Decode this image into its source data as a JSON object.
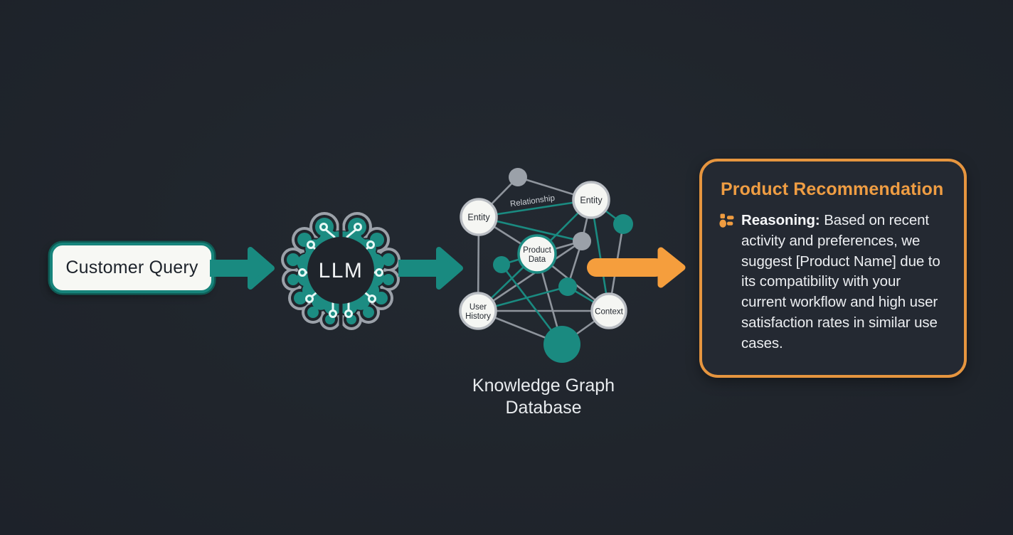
{
  "palette": {
    "background": "#20252c",
    "teal": "#198a80",
    "teal_border": "#17847b",
    "orange": "#f59e3d",
    "orange_border": "#e6953f",
    "card_background": "#242932",
    "node_gray": "#9ba1a9",
    "edge_gray": "#8f959d",
    "light_text": "#eceef1"
  },
  "flow": {
    "customer_query": {
      "label": "Customer Query"
    },
    "llm": {
      "label": "LLM"
    },
    "knowledge_graph": {
      "caption": "Knowledge Graph\nDatabase",
      "edge_label": "Relationship",
      "nodes": {
        "entity_left": "Entity",
        "entity_right": "Entity",
        "product_data": [
          "Product",
          "Data"
        ],
        "user_history": [
          "User",
          "History"
        ],
        "context": "Context"
      }
    },
    "recommendation": {
      "title": "Product Recommendation",
      "reasoning_label": "Reasoning:",
      "reasoning_text": " Based on recent\nactivity and preferences, we\nsuggest [Product Name] due to\nits compatibility with your\ncurrent workflow and high user\nsatisfaction rates in similar use\ncases."
    }
  }
}
